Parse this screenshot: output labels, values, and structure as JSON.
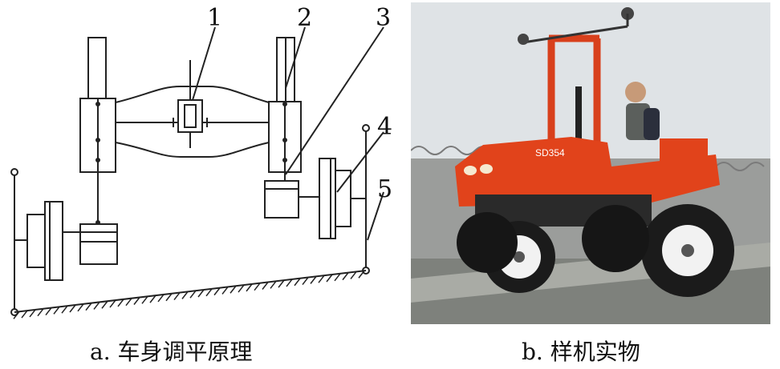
{
  "figure": {
    "panel_a": {
      "caption": "a. 车身调平原理",
      "callouts": [
        "1",
        "2",
        "3",
        "4",
        "5"
      ]
    },
    "panel_b": {
      "caption": "b. 样机实物",
      "model_label": "SD354"
    }
  }
}
